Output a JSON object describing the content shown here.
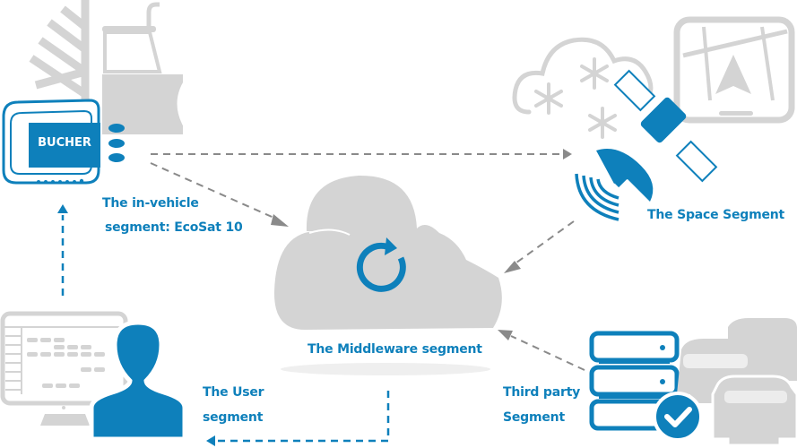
{
  "title": "Bucher EcoSat system architecture",
  "colors": {
    "accent": "#0e80bb",
    "icon_gray": "#d4d4d4",
    "arrow_gray": "#8a8a8a"
  },
  "segments": {
    "in_vehicle": {
      "line1": "The in-vehicle",
      "line2": "segment: EcoSat 10",
      "device_logo": "BUCHER"
    },
    "space": {
      "label": "The Space Segment"
    },
    "middleware": {
      "label": "The Middleware segment"
    },
    "user": {
      "line1": "The User",
      "line2": "segment"
    },
    "third_party": {
      "line1": "Third party",
      "line2": "Segment"
    }
  },
  "connections": [
    {
      "from": "in_vehicle",
      "to": "space",
      "style": "dashed-gray"
    },
    {
      "from": "in_vehicle",
      "to": "middleware",
      "style": "dashed-gray"
    },
    {
      "from": "space",
      "to": "middleware",
      "style": "dashed-gray"
    },
    {
      "from": "third_party",
      "to": "middleware",
      "style": "dashed-gray"
    },
    {
      "from": "middleware",
      "to": "user",
      "style": "dashed-blue"
    },
    {
      "from": "user",
      "to": "in_vehicle",
      "style": "dashed-blue"
    }
  ]
}
